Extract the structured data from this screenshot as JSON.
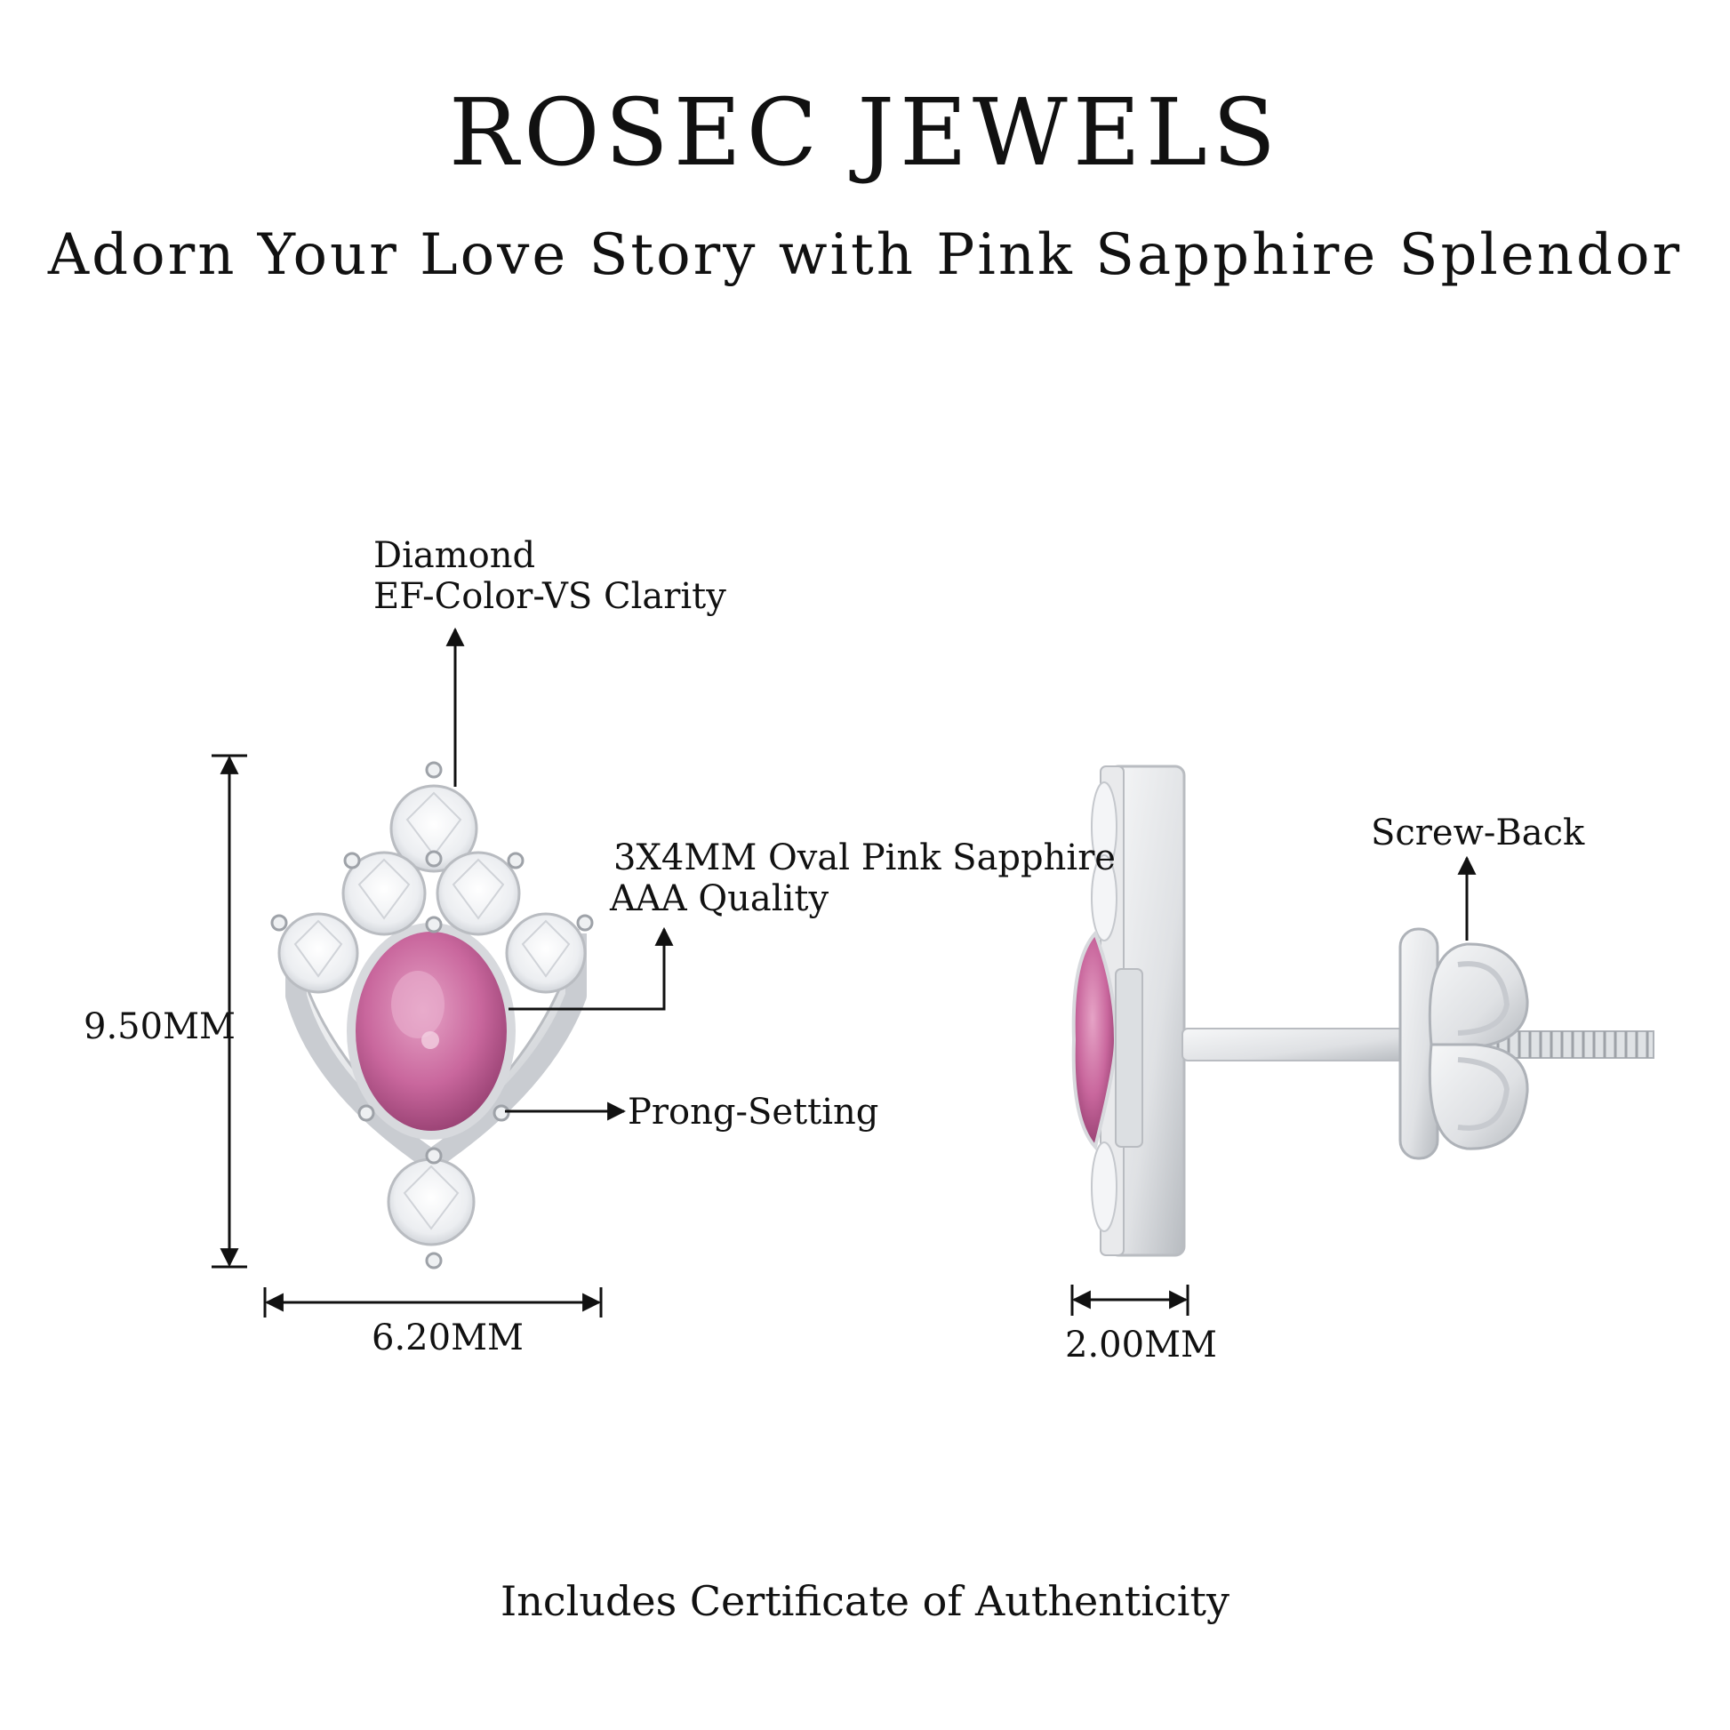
{
  "brand": "ROSEC JEWELS",
  "tagline": "Adorn Your Love Story with Pink Sapphire Splendor",
  "labels": {
    "diamond_line1": "Diamond",
    "diamond_line2": "EF-Color-VS Clarity",
    "sapphire_line1": "3X4MM Oval Pink Sapphire",
    "sapphire_line2": "AAA Quality",
    "prong": "Prong-Setting",
    "height": "9.50MM",
    "width": "6.20MM",
    "depth": "2.00MM",
    "screw_back": "Screw-Back"
  },
  "footer": "Includes Certificate of Authenticity",
  "colors": {
    "metal": "#e3e5e8",
    "metal_edge": "#b9bcc1",
    "sapphire": "#c9679d",
    "sapphire_dark": "#8f3a6b",
    "diamond": "#f4f5f7",
    "text": "#111111"
  }
}
